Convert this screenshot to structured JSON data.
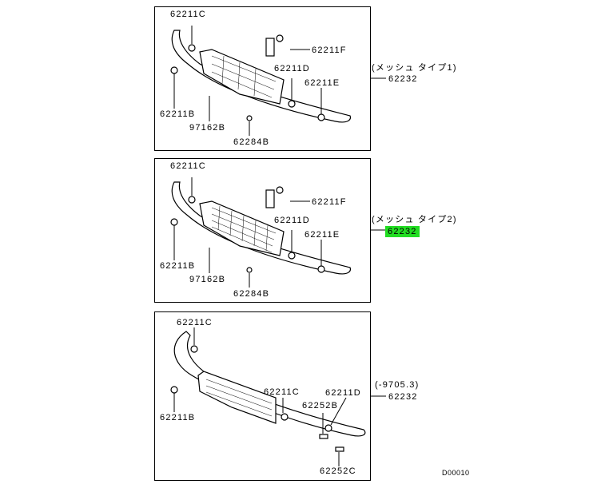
{
  "panels": [
    {
      "labels": [
        "62211C",
        "62211F",
        "62211D",
        "62211E",
        "62211B",
        "97162B",
        "62284B"
      ],
      "note": "(メッシュ タイプ1)",
      "part": "62232",
      "highlighted": false
    },
    {
      "labels": [
        "62211C",
        "62211F",
        "62211D",
        "62211E",
        "62211B",
        "97162B",
        "62284B"
      ],
      "note": "(メッシュ タイプ2)",
      "part": "62232",
      "highlighted": true
    },
    {
      "labels": [
        "62211C",
        "62211B",
        "62211C",
        "62211D",
        "62252B",
        "62252C"
      ],
      "note": "(-9705.3)",
      "part": "62232",
      "highlighted": false
    }
  ],
  "diagram_id": "D00010",
  "colors": {
    "highlight": "#22dd22"
  }
}
